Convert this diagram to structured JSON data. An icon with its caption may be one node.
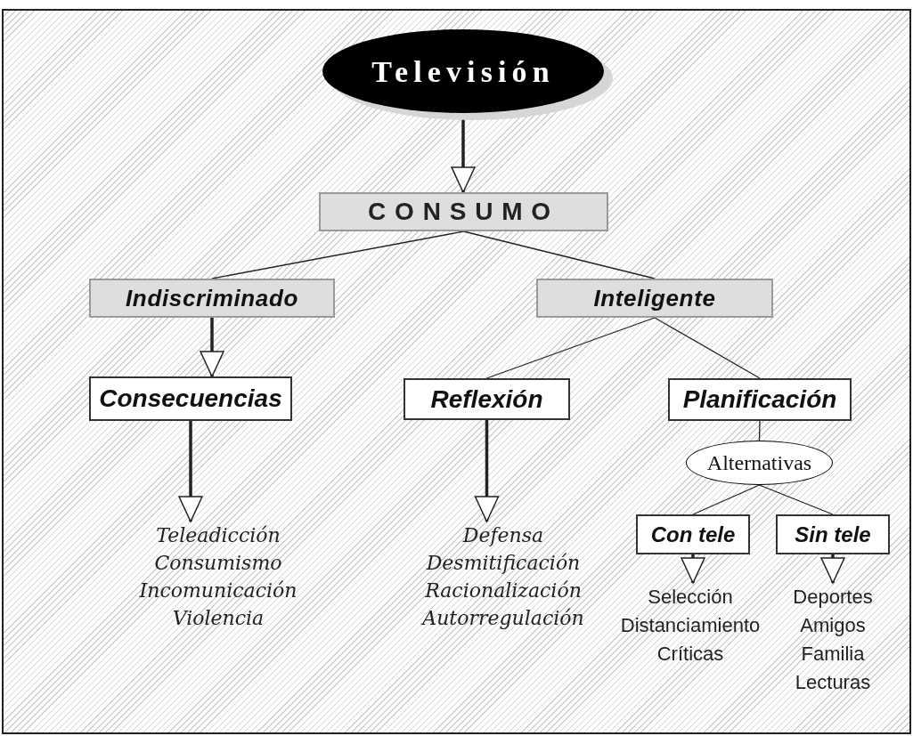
{
  "diagram": {
    "nodes": [
      {
        "text": [
          "Televisión"
        ]
      },
      {
        "text": [
          "CONSUMO"
        ]
      },
      {
        "text": [
          "Indiscriminado"
        ]
      },
      {
        "text": [
          "Inteligente"
        ]
      },
      {
        "text": [
          "Consecuencias"
        ]
      },
      {
        "text": [
          "Reflexión"
        ]
      },
      {
        "text": [
          "Planificación"
        ]
      },
      {
        "text": [
          "Alternativas"
        ]
      },
      {
        "text": [
          "Con tele"
        ]
      },
      {
        "text": [
          "Sin tele"
        ]
      },
      {
        "text": [
          "Teleadicción",
          "Consumismo",
          "Incomunicación",
          "Violencia"
        ]
      },
      {
        "text": [
          "Defensa",
          "Desmitificación",
          "Racionalización",
          "Autorregulación"
        ]
      },
      {
        "text": [
          "Selección",
          "Distanciamiento",
          "Críticas"
        ]
      },
      {
        "text": [
          "Deportes",
          "Amigos",
          "Familia",
          "Lecturas"
        ]
      }
    ],
    "edges": [
      {
        "from": 0,
        "to": 1,
        "arrow": "to",
        "style": "thick"
      },
      {
        "from": 1,
        "to": 2,
        "arrow": "none"
      },
      {
        "from": 1,
        "to": 3,
        "arrow": "none"
      },
      {
        "from": 2,
        "to": 4,
        "arrow": "to",
        "style": "thick"
      },
      {
        "from": 3,
        "to": 5,
        "arrow": "none"
      },
      {
        "from": 3,
        "to": 6,
        "arrow": "none"
      },
      {
        "from": 4,
        "to": 10,
        "arrow": "to",
        "style": "thick"
      },
      {
        "from": 5,
        "to": 11,
        "arrow": "to",
        "style": "thick"
      },
      {
        "from": 6,
        "to": 7,
        "arrow": "none"
      },
      {
        "from": 7,
        "to": 8,
        "arrow": "none"
      },
      {
        "from": 7,
        "to": 9,
        "arrow": "none"
      },
      {
        "from": 8,
        "to": 12,
        "arrow": "to",
        "style": "thick"
      },
      {
        "from": 9,
        "to": 13,
        "arrow": "to",
        "style": "thick"
      }
    ]
  }
}
